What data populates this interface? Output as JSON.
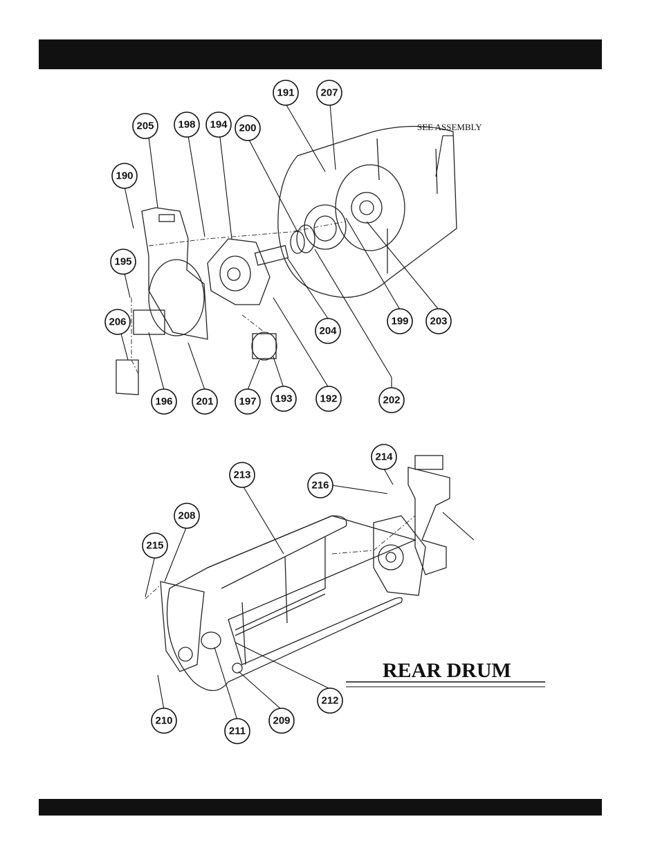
{
  "figure": {
    "title": "REAR DRUM",
    "see_note": "SEE ASSEMBLY",
    "callouts_top": [
      "191",
      "207",
      "205",
      "198",
      "194",
      "200",
      "190",
      "195",
      "206",
      "196",
      "201",
      "197",
      "193",
      "192",
      "202",
      "204",
      "199",
      "203"
    ],
    "callouts_bottom": [
      "214",
      "213",
      "216",
      "208",
      "215",
      "210",
      "211",
      "209",
      "212"
    ]
  }
}
